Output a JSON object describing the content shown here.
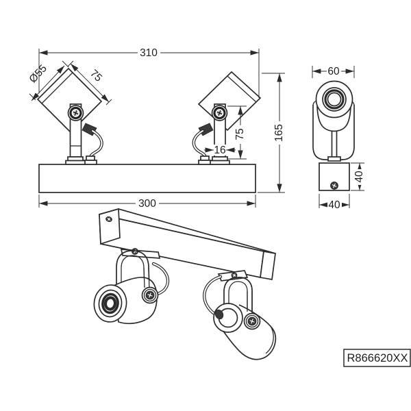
{
  "product_code": "R866620XX",
  "colors": {
    "line": "#2b2b2b",
    "text": "#1e1e1e",
    "background": "#ffffff"
  },
  "views": {
    "front": {
      "dims": {
        "overall_width": "310",
        "head_diameter": "Ø55",
        "head_length": "75",
        "arm_height": "75",
        "arm_width": "16",
        "overall_height": "165",
        "base_length": "300"
      }
    },
    "side": {
      "dims": {
        "head_width": "60",
        "canopy_height": "40",
        "canopy_depth": "40"
      }
    }
  }
}
